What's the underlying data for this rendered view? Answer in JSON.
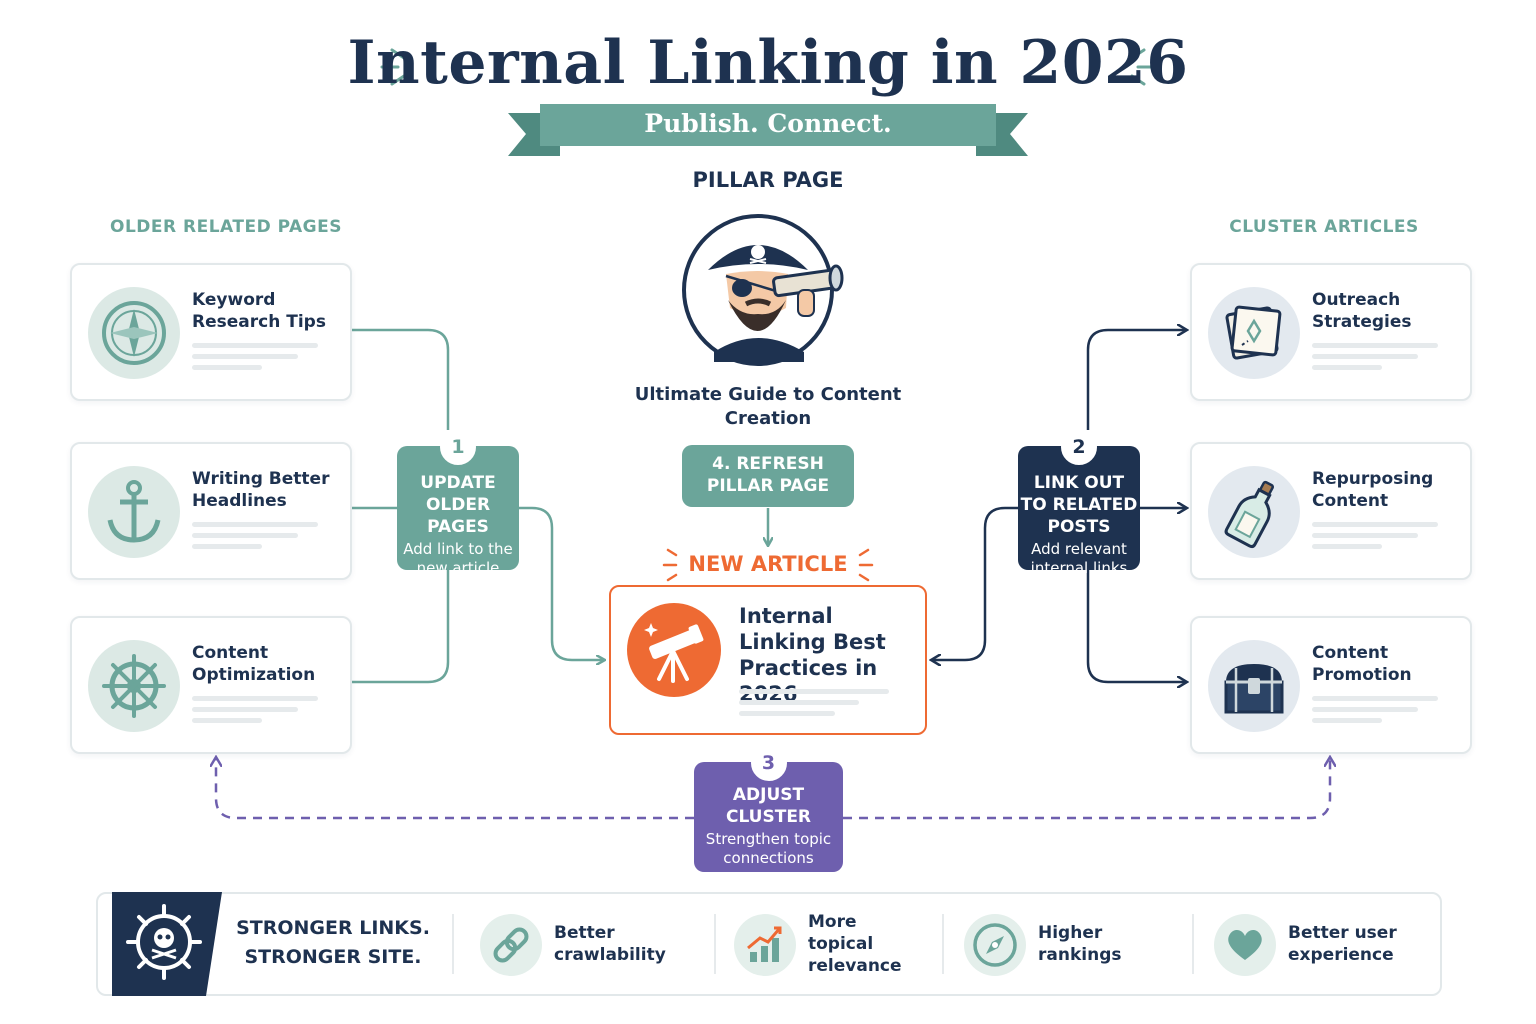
{
  "header": {
    "title": "Internal Linking in 2026",
    "subtitle": "Publish. Connect. Strengthen."
  },
  "left_column": {
    "heading": "OLDER RELATED PAGES",
    "cards": [
      {
        "title": "Keyword Research Tips",
        "icon": "compass-icon"
      },
      {
        "title": "Writing Better Headlines",
        "icon": "anchor-icon"
      },
      {
        "title": "Content Optimization",
        "icon": "ship-wheel-icon"
      }
    ]
  },
  "right_column": {
    "heading": "CLUSTER ARTICLES",
    "cards": [
      {
        "title": "Outreach Strategies",
        "icon": "treasure-map-icon"
      },
      {
        "title": "Repurposing Content",
        "icon": "message-bottle-icon"
      },
      {
        "title": "Content Promotion",
        "icon": "treasure-chest-icon"
      }
    ]
  },
  "pillar": {
    "heading": "PILLAR PAGE",
    "title": "Ultimate Guide to Content Creation",
    "icon": "pirate-spyglass-icon"
  },
  "steps": {
    "step1": {
      "number": "1",
      "heading": "UPDATE OLDER PAGES",
      "desc": "Add link to the new article"
    },
    "step2": {
      "number": "2",
      "heading": "LINK OUT TO RELATED POSTS",
      "desc": "Add relevant internal links"
    },
    "step3": {
      "number": "3",
      "heading": "ADJUST CLUSTER",
      "desc": "Strengthen topic connections"
    },
    "step4": {
      "heading": "4. REFRESH PILLAR PAGE"
    }
  },
  "new_article": {
    "label": "NEW ARTICLE",
    "title": "Internal Linking Best Practices in 2026",
    "icon": "telescope-icon"
  },
  "footer": {
    "main": "STRONGER LINKS. STRONGER SITE.",
    "features": [
      {
        "label": "Better crawlability",
        "icon": "link-icon"
      },
      {
        "label": "More topical relevance",
        "icon": "growth-chart-icon"
      },
      {
        "label": "Higher rankings",
        "icon": "compass-icon"
      },
      {
        "label": "Better user experience",
        "icon": "heart-icon"
      }
    ]
  },
  "colors": {
    "navy": "#1e3250",
    "teal": "#6ba59a",
    "orange": "#ee6a33",
    "purple": "#6e5fae"
  }
}
